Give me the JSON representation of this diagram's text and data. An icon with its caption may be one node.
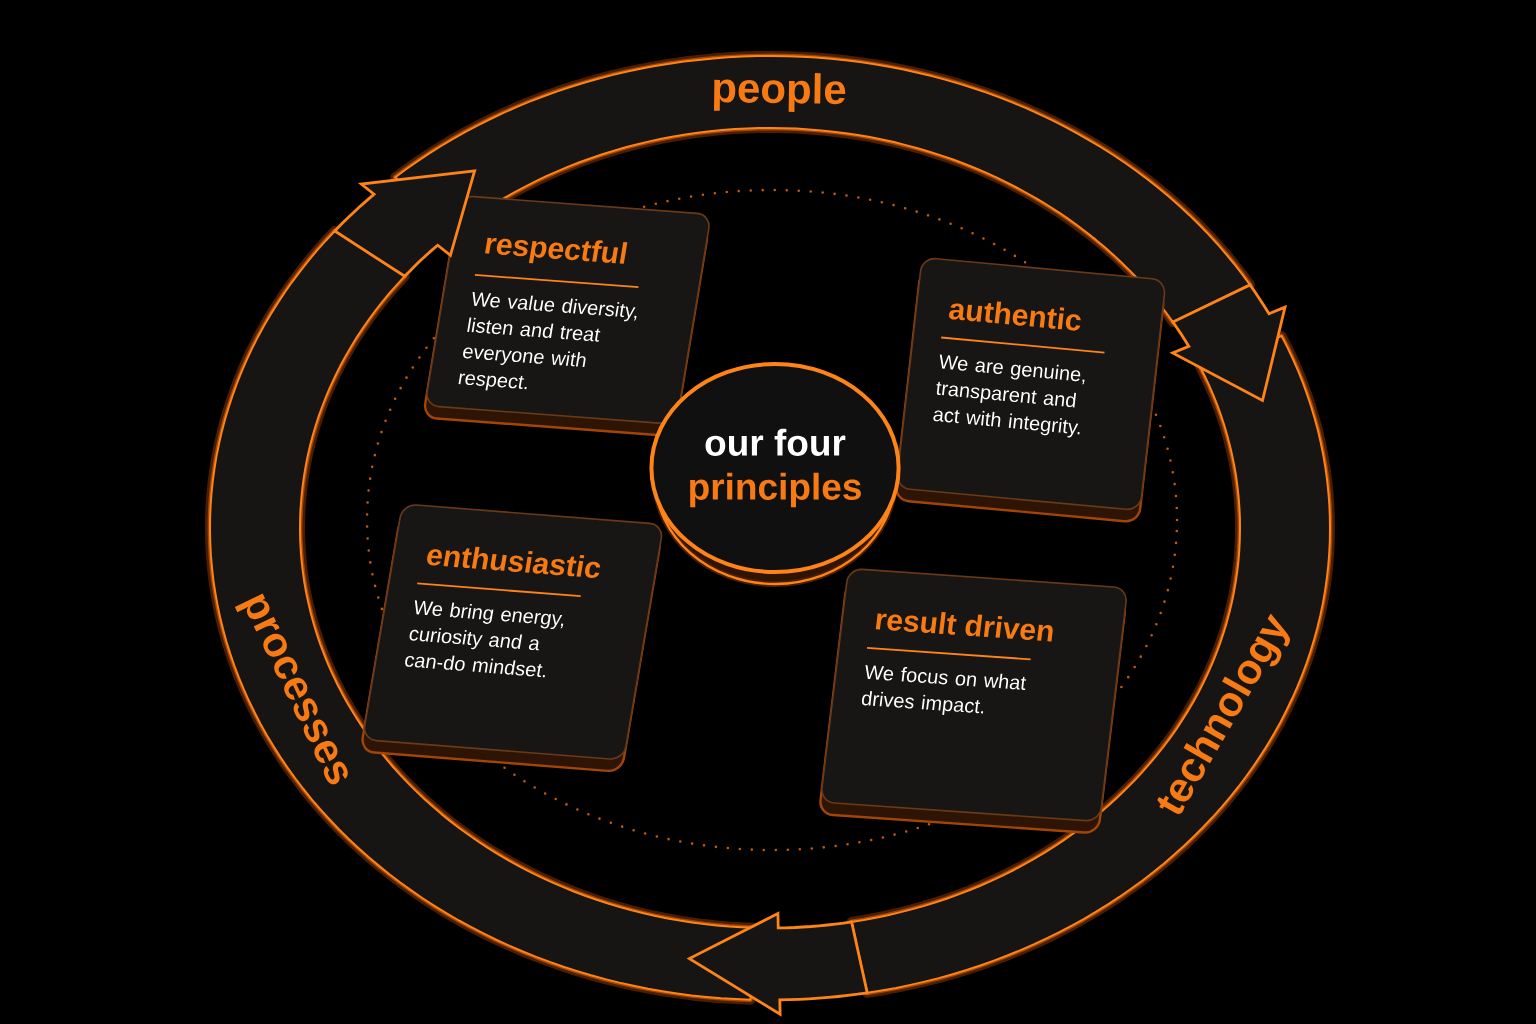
{
  "diagram": {
    "nodes": [
      {
        "text": [
          "people"
        ]
      },
      {
        "text": [
          "respectful",
          "We value diversity, listen and treat everyone with respect."
        ]
      },
      {
        "text": [
          "authentic",
          "We are genuine, transparent and act with integrity."
        ]
      },
      {
        "text": [
          "our four",
          "principles"
        ]
      },
      {
        "text": [
          "enthusiastic",
          "We bring energy, curiosity and a can-do mindset."
        ]
      },
      {
        "text": [
          "result driven",
          "We focus on what drives impact."
        ]
      },
      {
        "text": [
          "processes"
        ]
      },
      {
        "text": [
          "technology"
        ]
      }
    ],
    "edges": [
      {
        "from": 0,
        "to": 7,
        "arrow": "to"
      },
      {
        "from": 7,
        "to": 6,
        "arrow": "to"
      },
      {
        "from": 6,
        "to": 0,
        "arrow": "to"
      }
    ]
  }
}
